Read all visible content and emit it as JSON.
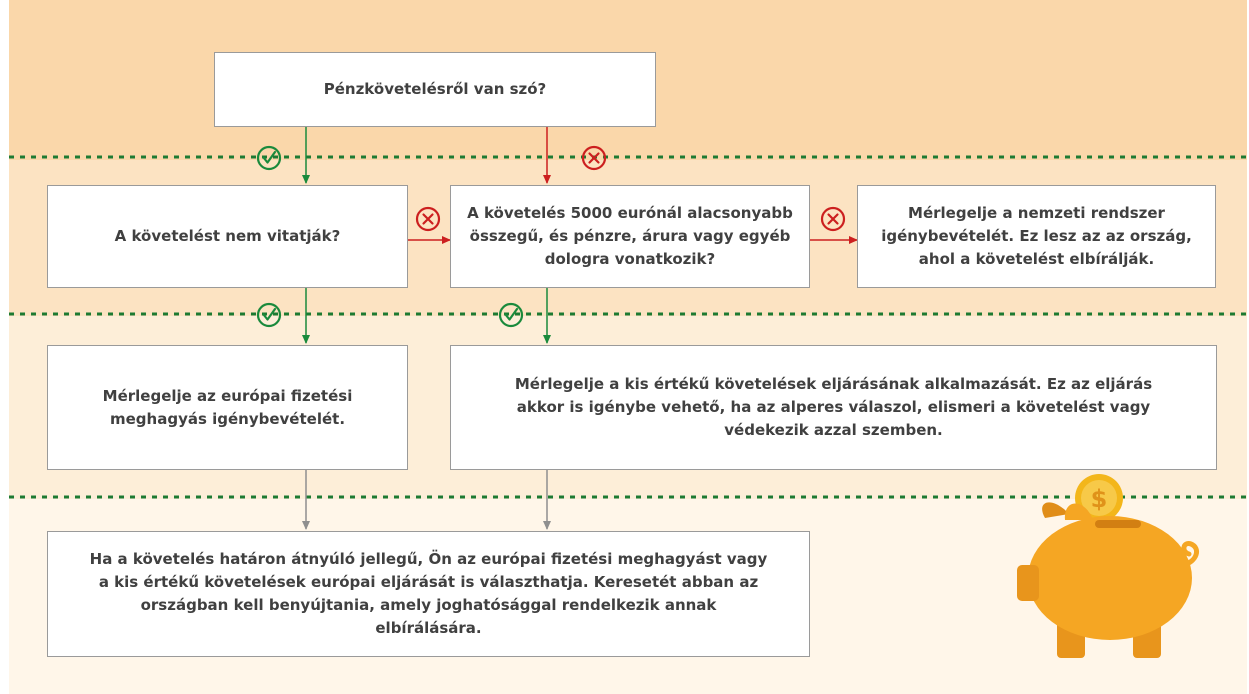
{
  "nodes": {
    "start": "Pénzkövetelésről van szó?",
    "undisputed": "A követelést nem vitatják?",
    "small_claim": "A követelés 5000 eurónál alacsonyabb összegű, és pénzre, árura vagy egyéb dologra vonatkozik?",
    "national": "Mérlegelje a nemzeti rendszer igénybevételét. Ez lesz az az ország, ahol a követelést elbírálják.",
    "payment_order": "Mérlegelje az európai fizetési meghagyás igénybevételét.",
    "small_claims_procedure": "Mérlegelje a kis értékű követelések eljárásának alkalmazását. Ez az eljárás akkor is igénybe vehető, ha az alperes válaszol, elismeri a követelést vagy védekezik azzal szemben.",
    "cross_border": "Ha a követelés határon átnyúló jellegű, Ön az európai fizetési meghagyást vagy a kis értékű követelések európai eljárását is választhatja. Keresetét abban az országban kell benyújtania, amely joghatósággal rendelkezik annak elbírálására."
  },
  "colors": {
    "yes": "#1a8a3c",
    "no": "#cc1f1f",
    "neutral_arrow": "#8f8f8f",
    "divider": "#1d7a32",
    "piggy": "#f5a623",
    "coin": "#f3b61a"
  },
  "icons": [
    "check-icon",
    "cross-icon",
    "piggy-bank-icon",
    "coin-icon"
  ]
}
